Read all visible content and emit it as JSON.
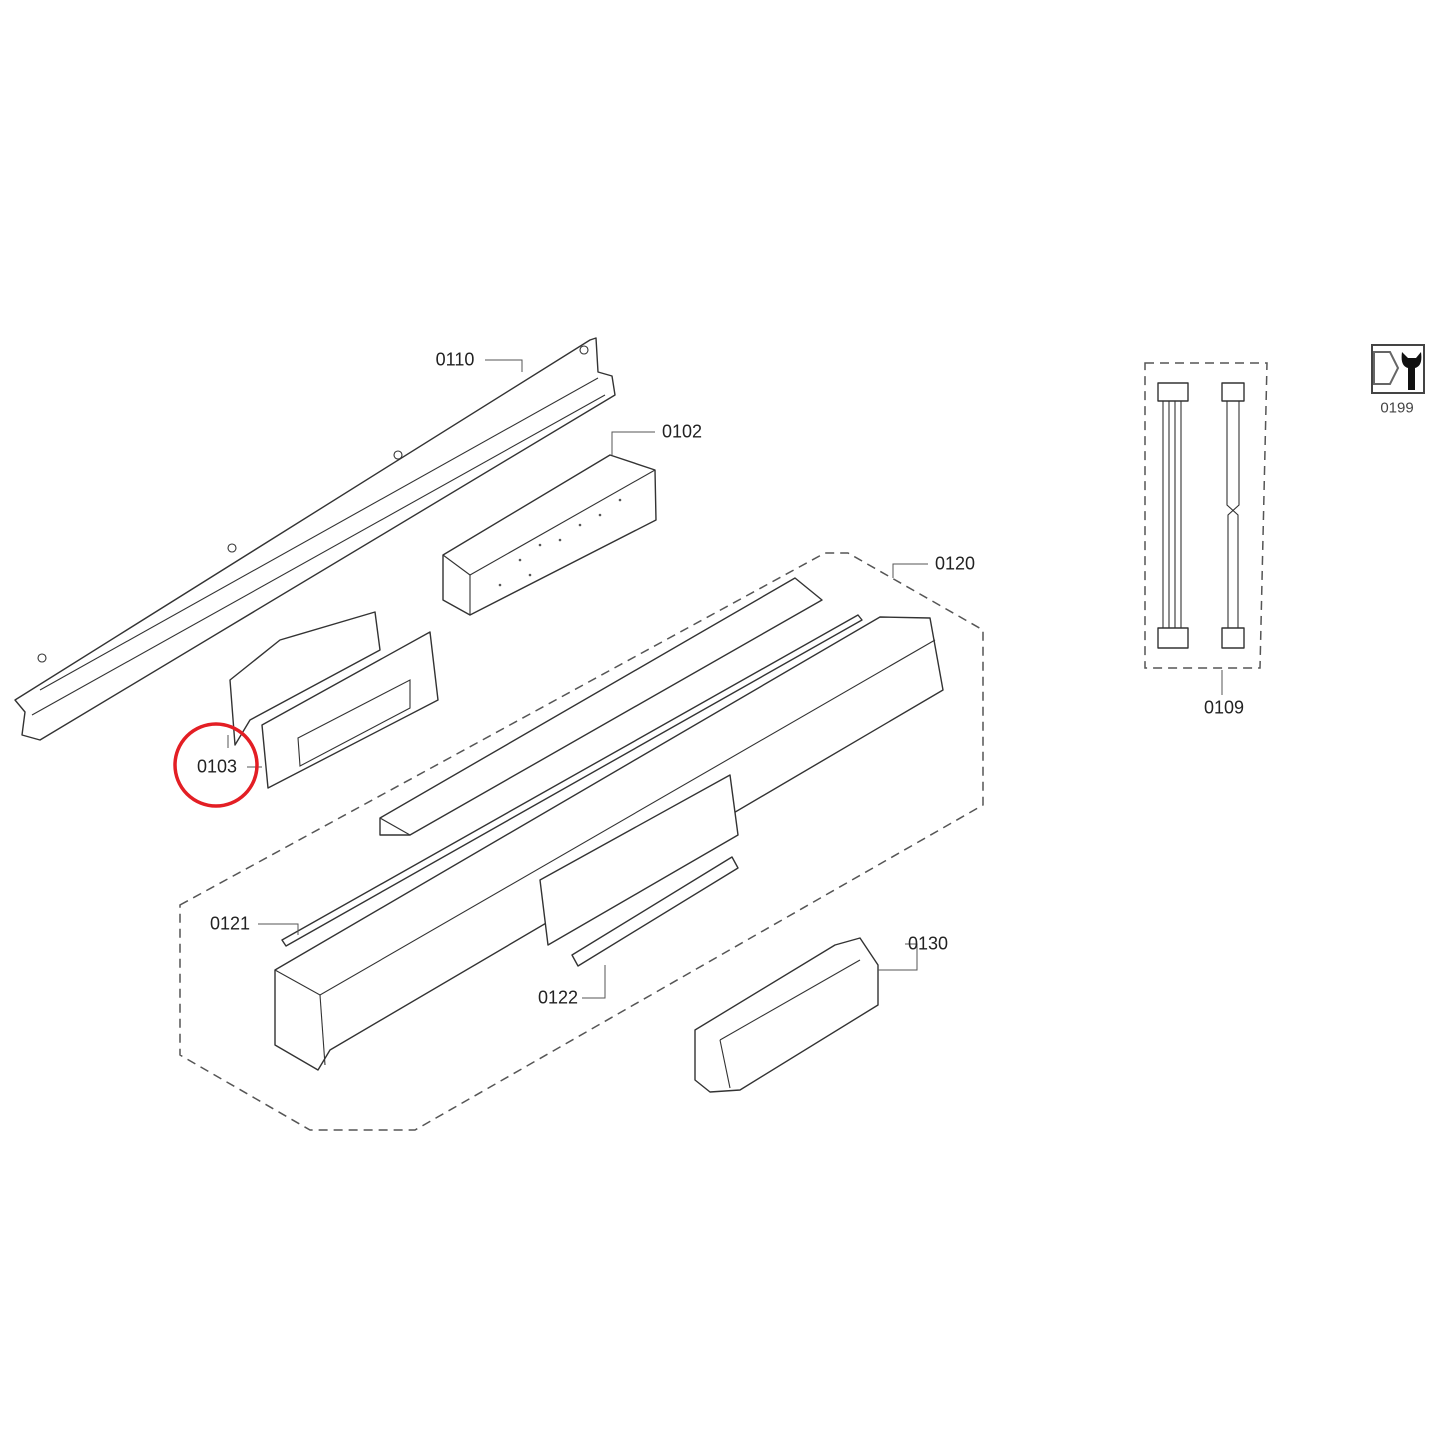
{
  "diagram": {
    "parts": [
      {
        "id": "0110",
        "label": "0110"
      },
      {
        "id": "0102",
        "label": "0102"
      },
      {
        "id": "0120",
        "label": "0120"
      },
      {
        "id": "0103",
        "label": "0103",
        "highlighted": true
      },
      {
        "id": "0121",
        "label": "0121"
      },
      {
        "id": "0122",
        "label": "0122"
      },
      {
        "id": "0130",
        "label": "0130"
      },
      {
        "id": "0109",
        "label": "0109"
      },
      {
        "id": "0199",
        "label": "0199",
        "icon": "nut-wrench-icon"
      }
    ],
    "highlight_color": "#e31e24"
  }
}
